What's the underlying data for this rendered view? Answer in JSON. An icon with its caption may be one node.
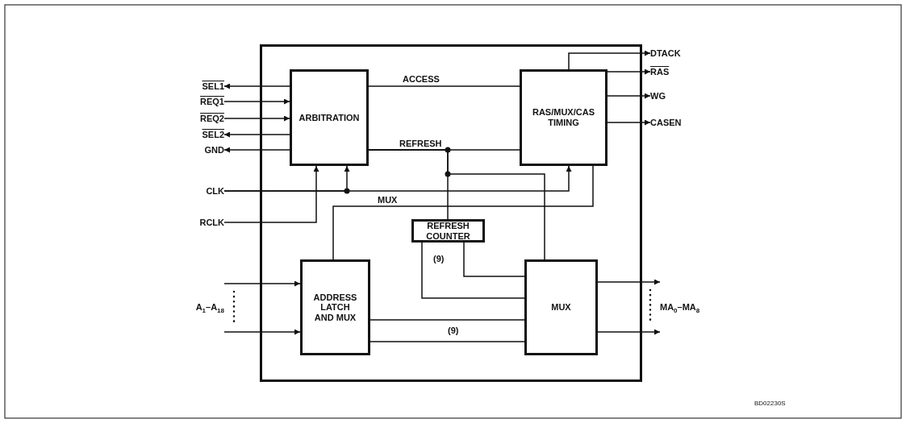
{
  "diagram": {
    "nodes": [
      {
        "text": [],
        "shape": "box"
      },
      {
        "text": [
          "ARBITRATION"
        ],
        "in": 0
      },
      {
        "text": [
          "RAS/MUX/CAS TIMING"
        ],
        "in": 0
      },
      {
        "text": [
          "REFRESH COUNTER"
        ],
        "in": 0
      },
      {
        "text": [
          "ADDRESS LATCH AND MUX"
        ],
        "in": 0
      },
      {
        "text": [
          "MUX"
        ],
        "in": 0
      },
      {
        "text": [
          "SEL1"
        ]
      },
      {
        "text": [
          "REQ1"
        ]
      },
      {
        "text": [
          "REQ2"
        ]
      },
      {
        "text": [
          "SEL2"
        ]
      },
      {
        "text": [
          "GND"
        ]
      },
      {
        "text": [
          "CLK"
        ]
      },
      {
        "text": [
          "RCLK"
        ]
      },
      {
        "text": [
          "A$_{1}$–A$_{18}$"
        ]
      },
      {
        "text": [
          "DTACK"
        ]
      },
      {
        "text": [
          "RAS"
        ]
      },
      {
        "text": [
          "WG"
        ]
      },
      {
        "text": [
          "CASEN"
        ]
      },
      {
        "text": [
          "MA$_{0}$–MA$_{8}$"
        ]
      }
    ],
    "edges": [
      {
        "from": 1,
        "to": 6,
        "arrow": "to"
      },
      {
        "from": 7,
        "to": 1,
        "arrow": "to"
      },
      {
        "from": 8,
        "to": 1,
        "arrow": "to"
      },
      {
        "from": 1,
        "to": 9,
        "arrow": "to"
      },
      {
        "from": 1,
        "to": 10,
        "arrow": "to"
      },
      {
        "from": 1,
        "to": 2,
        "label": "ACCESS",
        "arrow": "none"
      },
      {
        "from": 1,
        "to": 2,
        "label": "REFRESH",
        "arrow": "none"
      },
      {
        "from": 1,
        "to": 3,
        "arrow": "none"
      },
      {
        "from": 1,
        "to": 5,
        "arrow": "none"
      },
      {
        "from": 11,
        "to": 1,
        "arrow": "to"
      },
      {
        "from": 11,
        "to": 2,
        "arrow": "to"
      },
      {
        "from": 12,
        "to": 1,
        "arrow": "to"
      },
      {
        "from": 2,
        "to": 4,
        "label": "MUX",
        "arrow": "none"
      },
      {
        "from": 13,
        "to": 4,
        "arrow": "to"
      },
      {
        "from": 13,
        "to": 4,
        "arrow": "to"
      },
      {
        "from": 3,
        "to": 5,
        "label": "(9)",
        "arrow": "none"
      },
      {
        "from": 3,
        "to": 5,
        "arrow": "none"
      },
      {
        "from": 4,
        "to": 5,
        "label": "(9)",
        "arrow": "none"
      },
      {
        "from": 4,
        "to": 5,
        "arrow": "none"
      },
      {
        "from": 5,
        "to": 18,
        "arrow": "to"
      },
      {
        "from": 5,
        "to": 18,
        "arrow": "to"
      },
      {
        "from": 2,
        "to": 14,
        "arrow": "to"
      },
      {
        "from": 2,
        "to": 15,
        "arrow": "to"
      },
      {
        "from": 2,
        "to": 16,
        "arrow": "to"
      },
      {
        "from": 2,
        "to": 17,
        "arrow": "to"
      }
    ],
    "labels": [
      "BD02230S"
    ]
  }
}
